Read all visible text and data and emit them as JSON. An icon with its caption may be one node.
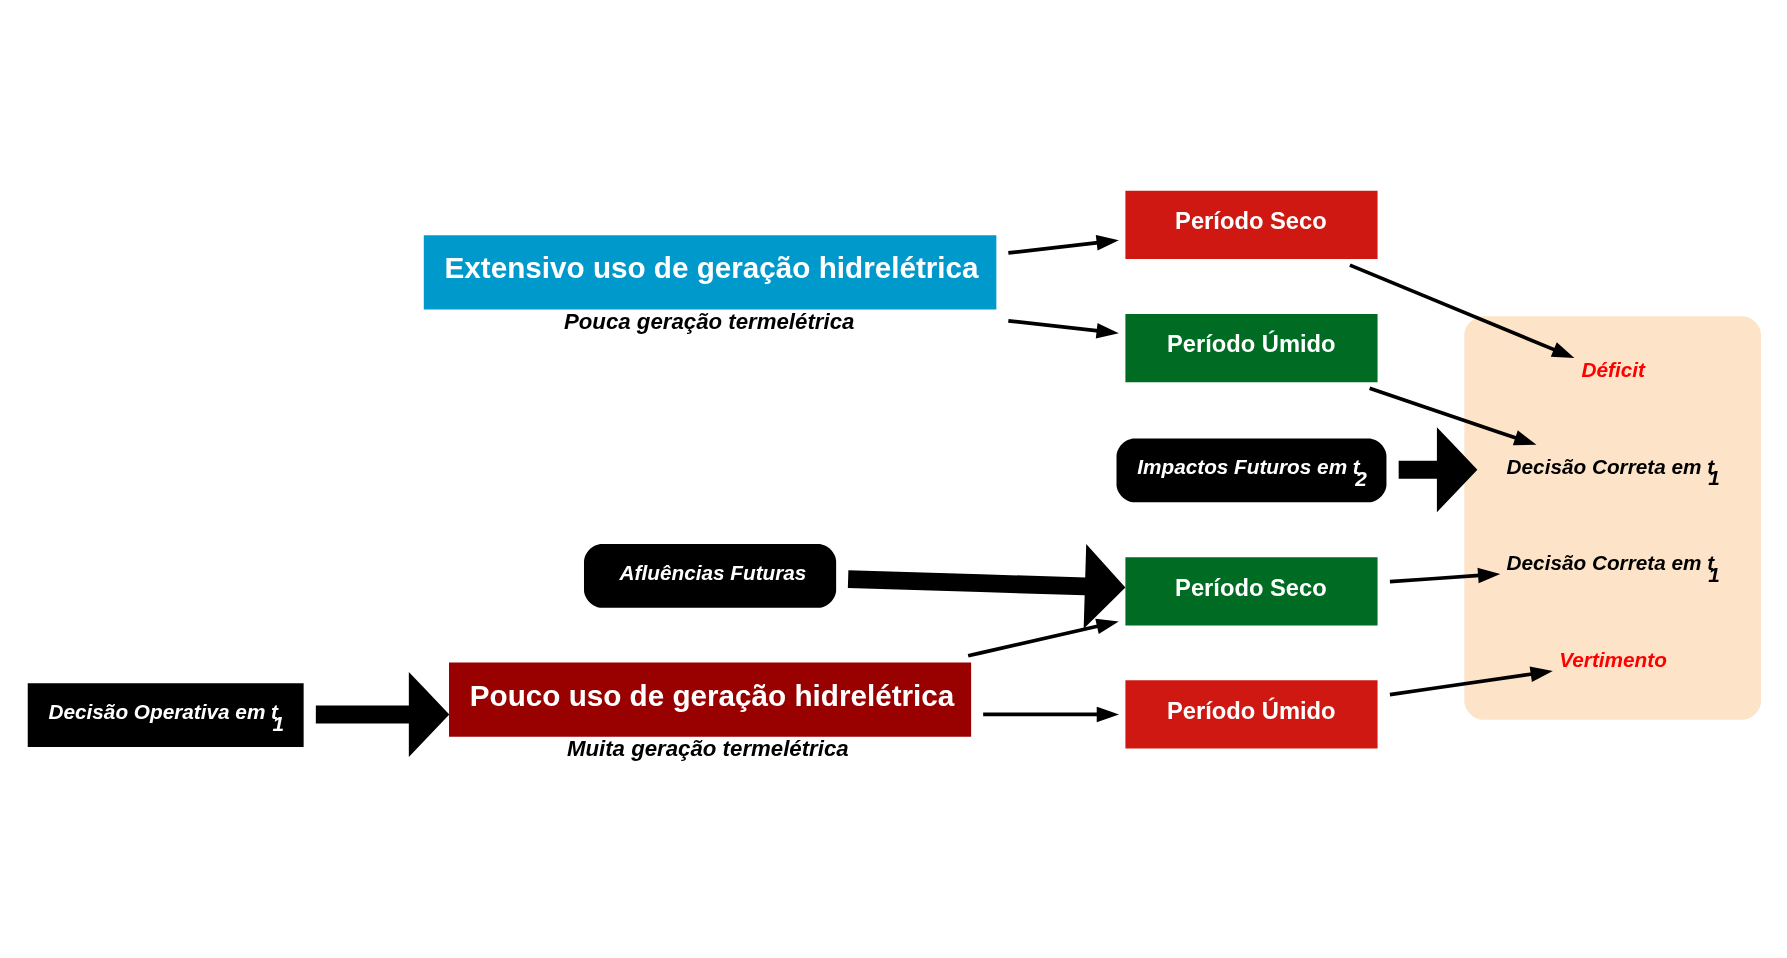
{
  "diagram": {
    "nodes": [
      {
        "text": [
          "Extensivo uso de geração hidrelétrica"
        ],
        "beside": [
          "Pouca geração termelétrica"
        ]
      },
      {
        "text": [
          "Pouco uso de geração hidrelétrica"
        ],
        "beside": [
          "Muita geração termelétrica"
        ]
      },
      {
        "text": [
          "Período Úmido"
        ]
      },
      {
        "text": [
          "Período Seco"
        ]
      },
      {
        "text": [
          "Período Úmido"
        ]
      },
      {
        "text": [
          "Período Seco"
        ]
      },
      {
        "text": [],
        "shape": "box"
      },
      {
        "text": [
          "Decisão Correta em t$_{1}$"
        ],
        "in": 6
      },
      {
        "text": [
          "Déficit"
        ],
        "in": 6
      },
      {
        "text": [
          "Vertimento"
        ],
        "in": 6
      },
      {
        "text": [
          "Decisão Correta em t$_{1}$"
        ],
        "in": 6
      },
      {
        "text": [
          "Decisão Operativa em t$_{1}$"
        ]
      },
      {
        "text": [
          "Afluências Futuras"
        ]
      },
      {
        "text": [
          "Impactos Futuros em t$_{2}$"
        ]
      }
    ],
    "edges": [
      {
        "from": 0,
        "to": 2,
        "arrow": "to"
      },
      {
        "from": 0,
        "to": 3,
        "arrow": "to"
      },
      {
        "from": 1,
        "to": 4,
        "arrow": "to"
      },
      {
        "from": 1,
        "to": 5,
        "arrow": "to"
      },
      {
        "from": 2,
        "to": 7,
        "arrow": "to"
      },
      {
        "from": 3,
        "to": 8,
        "arrow": "to"
      },
      {
        "from": 4,
        "to": 9,
        "arrow": "to"
      },
      {
        "from": 5,
        "to": 10,
        "arrow": "to"
      },
      {
        "from": 11,
        "to": 1,
        "arrow": "to",
        "style": "thick"
      },
      {
        "from": 12,
        "to": 5,
        "arrow": "to",
        "style": "thick"
      },
      {
        "from": 13,
        "to": 6,
        "arrow": "to",
        "style": "thick"
      }
    ]
  }
}
